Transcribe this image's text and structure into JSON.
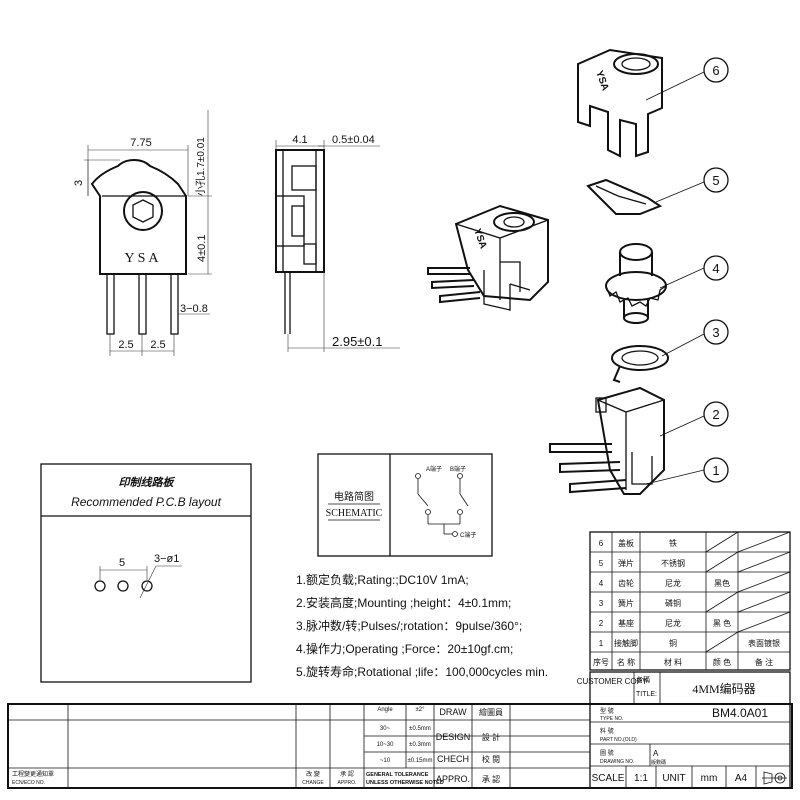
{
  "front_view": {
    "width": "7.75",
    "height_left": "3",
    "hole_dim": "小孔1.7±0.01",
    "height_mid": "4±0.1",
    "pin_dim": "3−0.8",
    "pitch_left": "2.5",
    "pitch_right": "2.5",
    "logo": "YSA"
  },
  "side_view": {
    "thickness": "4.1",
    "offset": "0.5±0.04",
    "pin_offset": "2.95±0.1"
  },
  "callouts": [
    "6",
    "5",
    "4",
    "3",
    "2",
    "1"
  ],
  "iso_logo": "YSA",
  "pcb": {
    "title_cn": "印制线路板",
    "title_en": "Recommended P.C.B layout",
    "pitch": "5",
    "hole": "3−ø1"
  },
  "schematic": {
    "title_cn": "电路简图",
    "title_en": "SCHEMATIC",
    "pin_a": "A端子",
    "pin_b": "B端子",
    "pin_c": "C端子"
  },
  "specs": [
    "1.额定负载;Rating:;DC10V 1mA;",
    "2.安装高度;Mounting ;height：4±0.1mm;",
    "3.脉冲数/转;Pulses/;rotation：9pulse/360°;",
    "4.操作力;Operating ;Force：20±10gf.cm;",
    "5.旋转寿命;Rotational ;life：100,000cycles   min."
  ],
  "bom": {
    "rows": [
      {
        "no": "6",
        "name": "盖板",
        "material": "铁",
        "color": "",
        "note": ""
      },
      {
        "no": "5",
        "name": "弹片",
        "material": "不锈钢",
        "color": "",
        "note": ""
      },
      {
        "no": "4",
        "name": "齿轮",
        "material": "尼龙",
        "color": "黑色",
        "note": ""
      },
      {
        "no": "3",
        "name": "簧片",
        "material": "磷铜",
        "color": "",
        "note": ""
      },
      {
        "no": "2",
        "name": "基座",
        "material": "尼龙",
        "color": "黑 色",
        "note": ""
      },
      {
        "no": "1",
        "name": "接触脚",
        "material": "铜",
        "color": "",
        "note": "表面镀银"
      }
    ],
    "header": {
      "no": "序号",
      "name": "名 称",
      "material": "材 料",
      "color": "颜 色",
      "note": "备 注"
    }
  },
  "title_block": {
    "customer_copy": "CUSTOMER COPY",
    "name_label": "名稱",
    "title_label": "TITLE:",
    "title_value": "4MM编码器",
    "type_cn": "型 號",
    "type_en": "TYPE NO.",
    "type_value": "BM4.0A01",
    "part_cn": "料 號",
    "part_en": "PART NO.(OLD)",
    "drawing_cn": "圖 號",
    "drawing_en": "DRAWING NO.",
    "rev_a": "A",
    "rev_label": "版數碼",
    "scale_label": "SCALE",
    "scale_value": "1:1",
    "unit_label": "UNIT",
    "unit_value": "mm",
    "size_value": "A4",
    "angle_label": "Angle",
    "angle_value": "±2°",
    "tol1_range": "30~",
    "tol1_value": "±0.5mm",
    "tol2_range": "10~30",
    "tol2_value": "±0.3mm",
    "tol3_range": "~10",
    "tol3_value": "±0.15mm",
    "draw_label": "DRAW",
    "draw_cn": "繪圖員",
    "design_label": "DESIGN",
    "design_cn": "設 計",
    "check_label": "CHECH",
    "check_cn": "校 閱",
    "appro_label": "APPRO.",
    "appro_cn": "承 認",
    "general_tol": "GENERAL TOLERANCE",
    "unless": "UNLESS OTHERWISE NOTED",
    "change_cn": "改 變",
    "change_en": "CHANGE",
    "approve_cn": "承 認",
    "approve_en": "APPRO.",
    "ecn_cn": "工程變更通知單",
    "ecn_en": "ECN/ECO NO."
  }
}
